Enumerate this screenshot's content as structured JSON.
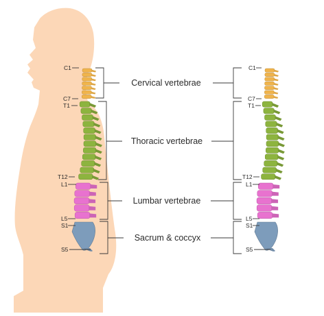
{
  "regions": [
    {
      "id": "cervical",
      "label": "Cervical vertebrae",
      "top": "C1",
      "bottom": "C7",
      "color": "#f0b44c"
    },
    {
      "id": "thoracic",
      "label": "Thoracic vertebrae",
      "top": "T1",
      "bottom": "T12",
      "color": "#8db43f"
    },
    {
      "id": "lumbar",
      "label": "Lumbar vertebrae",
      "top": "L1",
      "bottom": "L5",
      "color": "#e872cf"
    },
    {
      "id": "sacral",
      "label": "Sacrum & coccyx",
      "top": "S1",
      "bottom": "S5",
      "color": "#7d9cbb"
    }
  ],
  "colors": {
    "body": "#fcd7b7",
    "background": "#ffffff",
    "line": "#3a3a3a"
  }
}
